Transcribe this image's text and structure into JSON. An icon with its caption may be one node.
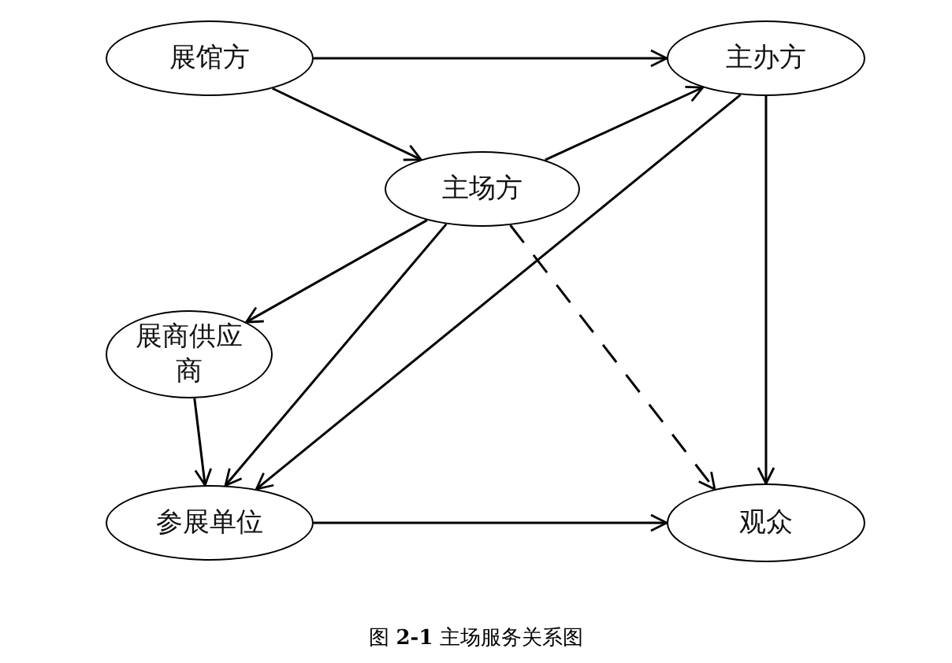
{
  "diagram": {
    "caption": "图 **2-1**  主场服务关系图",
    "nodes": [
      {
        "text": [
          "展馆方"
        ]
      },
      {
        "text": [
          "主办方"
        ]
      },
      {
        "text": [
          "主场方"
        ]
      },
      {
        "text": [
          "展商供应商"
        ]
      },
      {
        "text": [
          "参展单位"
        ]
      },
      {
        "text": [
          "观众"
        ]
      }
    ],
    "edges": [
      {
        "from": 0,
        "to": 1,
        "arrow": "to"
      },
      {
        "from": 0,
        "to": 2,
        "arrow": "to"
      },
      {
        "from": 2,
        "to": 1,
        "arrow": "to"
      },
      {
        "from": 1,
        "to": 4,
        "arrow": "to"
      },
      {
        "from": 1,
        "to": 5,
        "arrow": "to"
      },
      {
        "from": 2,
        "to": 3,
        "arrow": "to"
      },
      {
        "from": 2,
        "to": 4,
        "arrow": "to"
      },
      {
        "from": 2,
        "to": 5,
        "arrow": "to",
        "style": "dashed"
      },
      {
        "from": 3,
        "to": 4,
        "arrow": "to"
      },
      {
        "from": 4,
        "to": 5,
        "arrow": "to"
      }
    ]
  }
}
